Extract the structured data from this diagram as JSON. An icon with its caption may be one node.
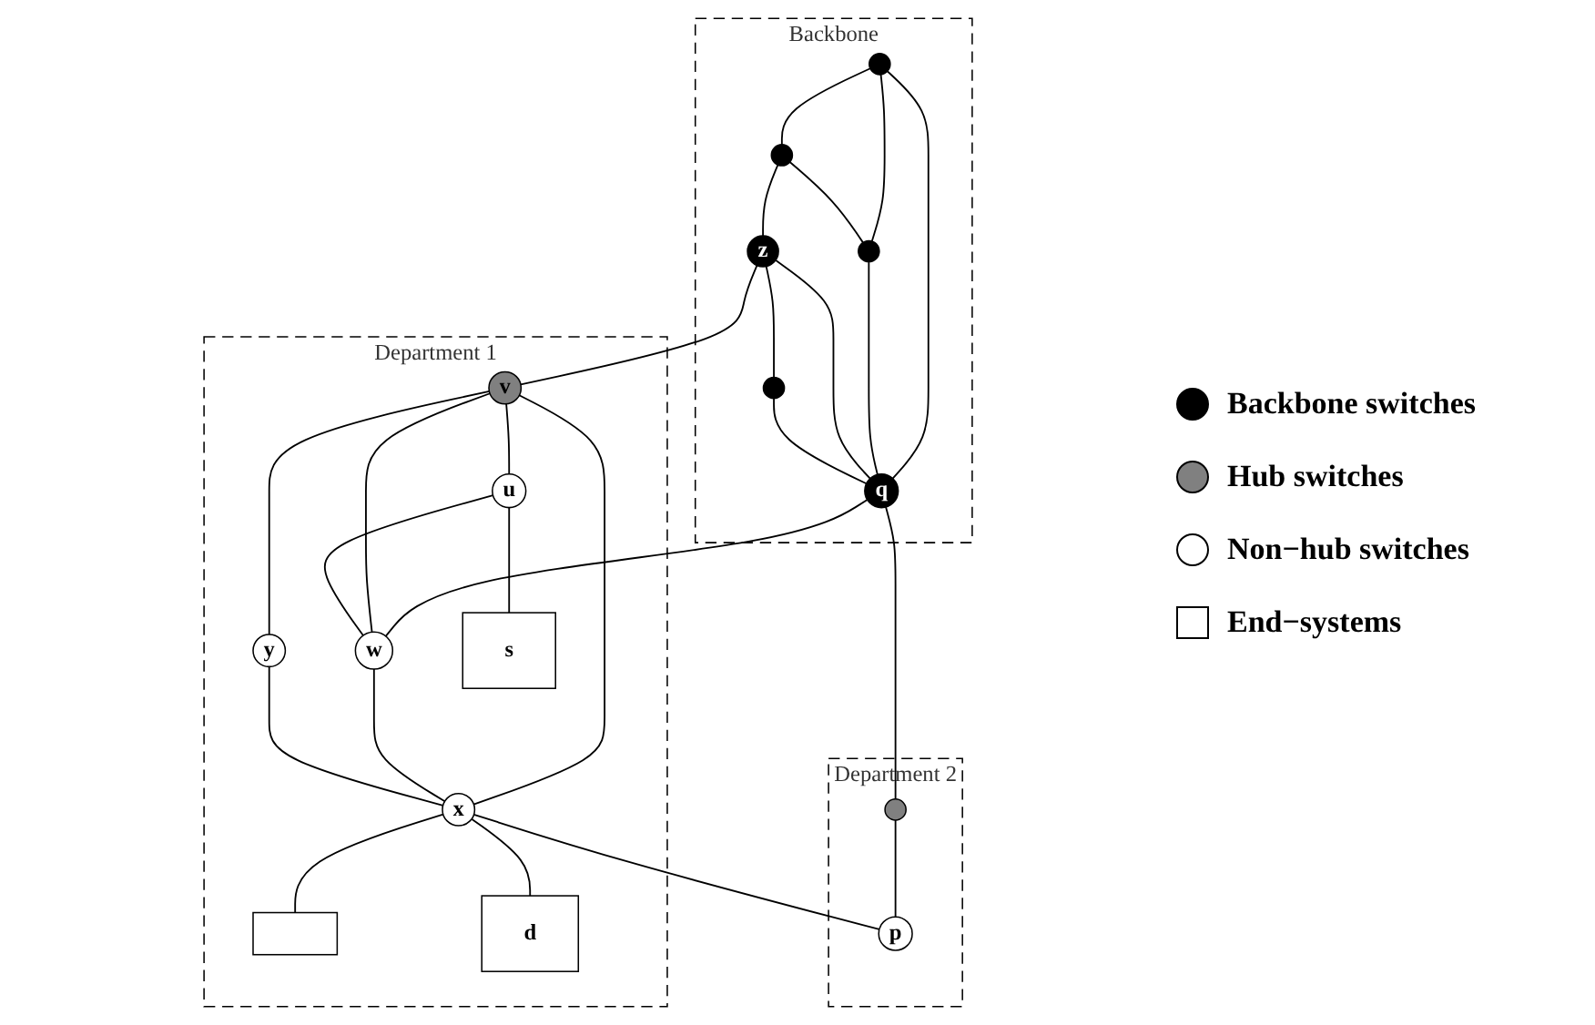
{
  "diagram": {
    "nodes": [
      {
        "text": [
          "Backbone"
        ]
      },
      {
        "text": [],
        "shape": "circle",
        "in": 0
      },
      {
        "text": [],
        "shape": "circle",
        "in": 0
      },
      {
        "text": [],
        "shape": "circle",
        "in": 0
      },
      {
        "text": [
          "q"
        ],
        "in": 0
      },
      {
        "text": [
          "z"
        ],
        "in": 0
      },
      {
        "text": [],
        "shape": "circle",
        "in": 0
      },
      {
        "text": [
          "Department 1"
        ]
      },
      {
        "text": [
          "v"
        ],
        "in": 7
      },
      {
        "text": [
          "u"
        ],
        "in": 7
      },
      {
        "text": [
          "w"
        ],
        "in": 7
      },
      {
        "text": [
          "y"
        ],
        "in": 7
      },
      {
        "text": [
          "x"
        ],
        "in": 7
      },
      {
        "text": [
          "s"
        ],
        "in": 7
      },
      {
        "text": [],
        "shape": "box",
        "in": 7
      },
      {
        "text": [
          "d"
        ],
        "in": 7
      },
      {
        "text": [
          "Department 2"
        ]
      },
      {
        "text": [],
        "shape": "circle",
        "in": 16
      },
      {
        "text": [
          "p"
        ],
        "in": 16
      }
    ],
    "edges": [
      {
        "from": 1,
        "to": 2,
        "arrow": "none"
      },
      {
        "from": 1,
        "to": 3,
        "arrow": "none"
      },
      {
        "from": 1,
        "to": 4,
        "arrow": "none"
      },
      {
        "from": 2,
        "to": 3,
        "arrow": "none"
      },
      {
        "from": 2,
        "to": 5,
        "arrow": "none"
      },
      {
        "from": 3,
        "to": 4,
        "arrow": "none"
      },
      {
        "from": 5,
        "to": 4,
        "arrow": "none"
      },
      {
        "from": 5,
        "to": 6,
        "arrow": "none"
      },
      {
        "from": 6,
        "to": 4,
        "arrow": "none"
      },
      {
        "from": 5,
        "to": 8,
        "arrow": "none"
      },
      {
        "from": 4,
        "to": 10,
        "arrow": "none"
      },
      {
        "from": 4,
        "to": 17,
        "arrow": "none"
      },
      {
        "from": 8,
        "to": 9,
        "arrow": "none"
      },
      {
        "from": 8,
        "to": 10,
        "arrow": "none"
      },
      {
        "from": 8,
        "to": 11,
        "arrow": "none"
      },
      {
        "from": 8,
        "to": 12,
        "arrow": "none"
      },
      {
        "from": 9,
        "to": 10,
        "arrow": "none"
      },
      {
        "from": 9,
        "to": 13,
        "arrow": "none"
      },
      {
        "from": 10,
        "to": 12,
        "arrow": "none"
      },
      {
        "from": 11,
        "to": 12,
        "arrow": "none"
      },
      {
        "from": 12,
        "to": 14,
        "arrow": "none"
      },
      {
        "from": 12,
        "to": 15,
        "arrow": "none"
      },
      {
        "from": 12,
        "to": 18,
        "arrow": "none"
      },
      {
        "from": 17,
        "to": 18,
        "arrow": "none"
      }
    ],
    "legend": [
      {
        "text": "Backbone switches",
        "color": "#000000"
      },
      {
        "text": "Hub switches",
        "color": "#808080"
      },
      {
        "text": "Non−hub switches",
        "color": "#ffffff"
      },
      {
        "text": "End−systems"
      }
    ]
  }
}
